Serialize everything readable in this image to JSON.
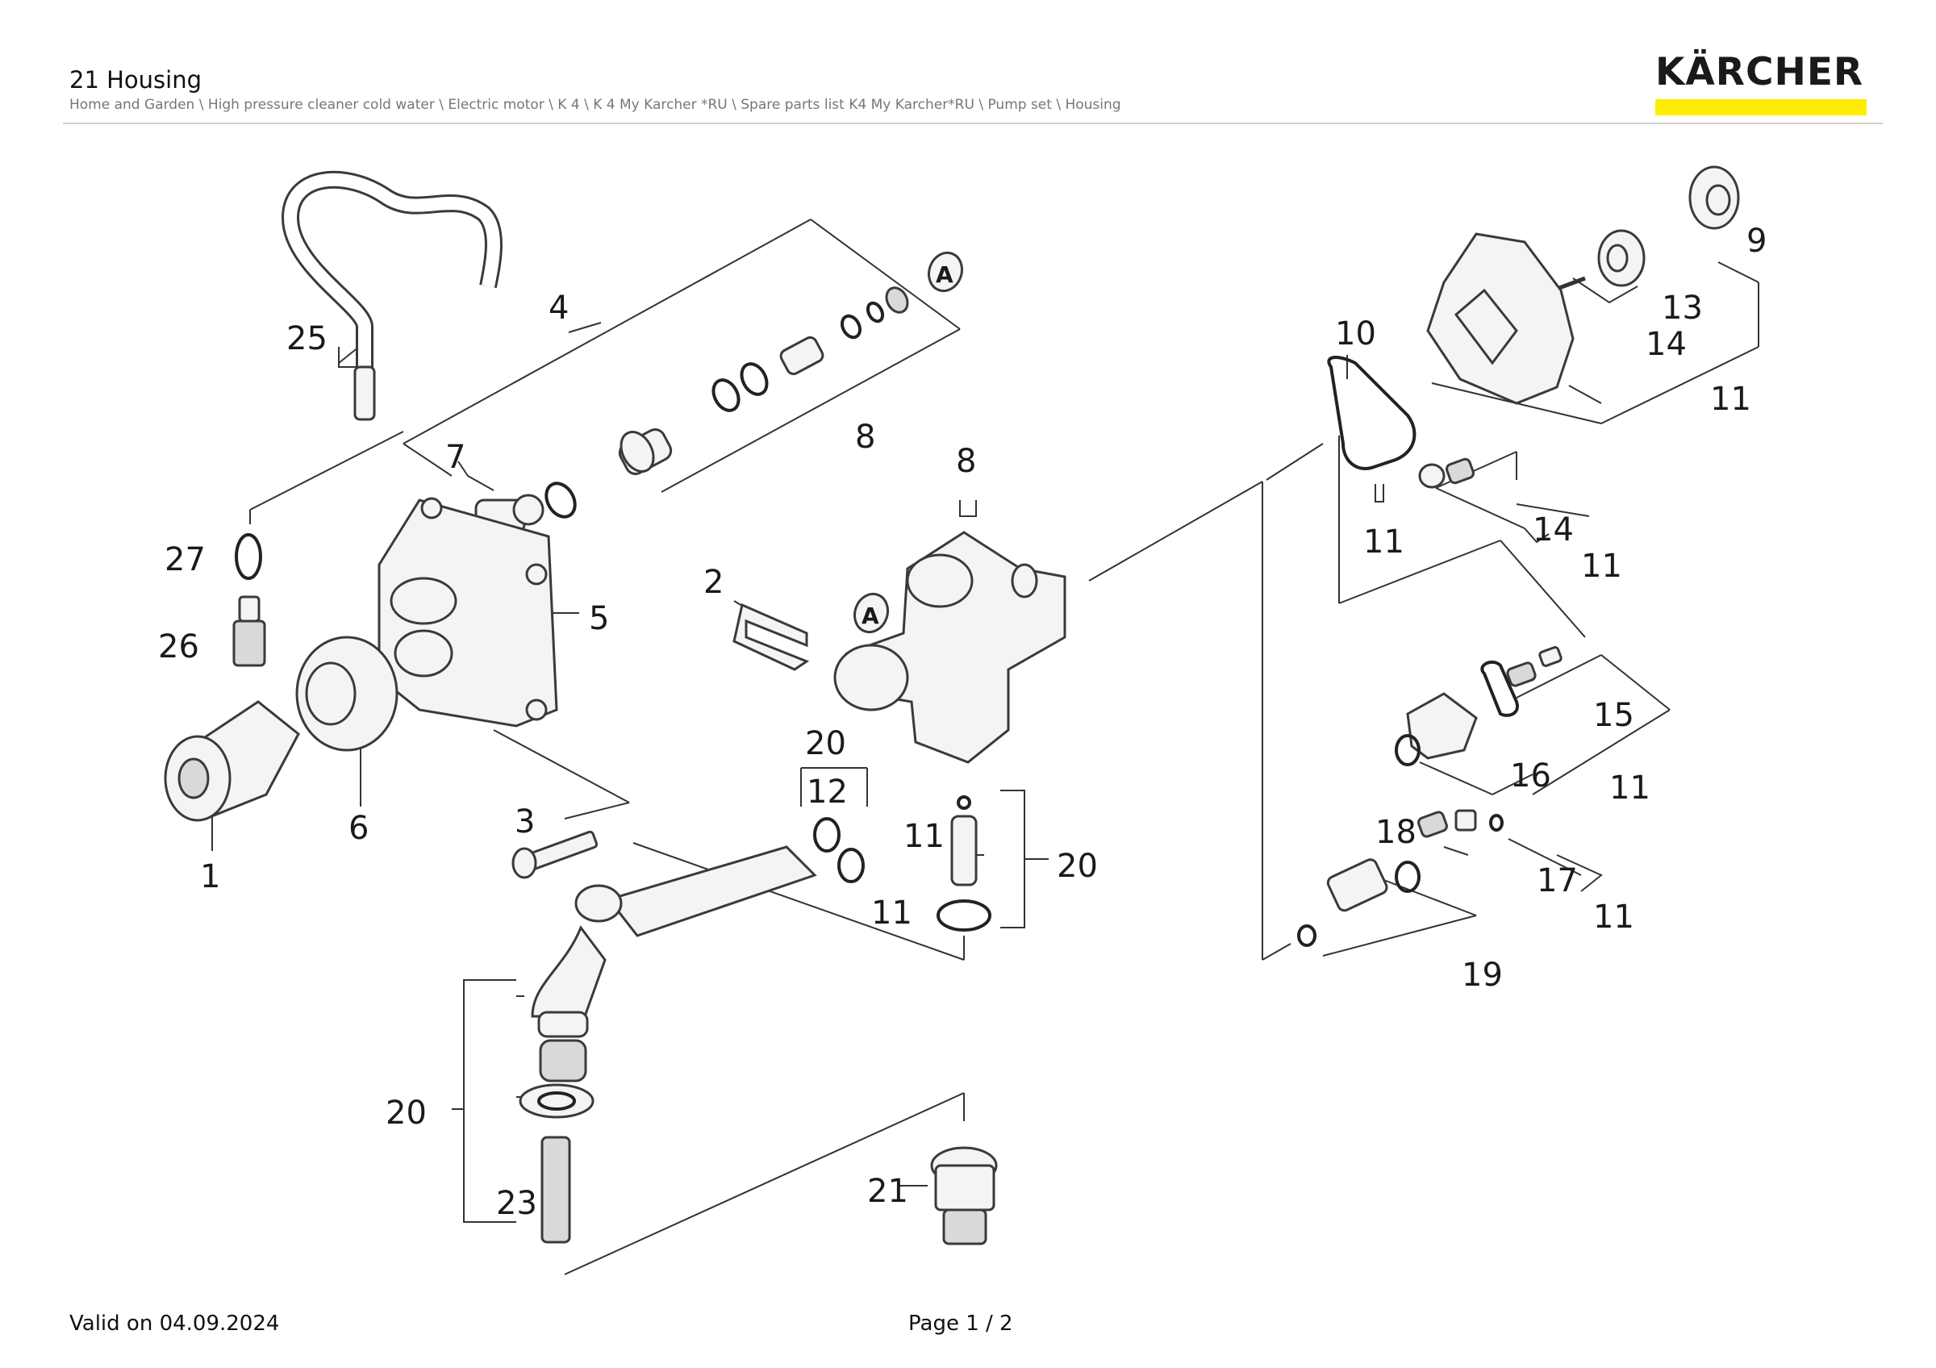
{
  "header": {
    "title": "21 Housing",
    "breadcrumb": "Home and Garden \\ High pressure cleaner cold water \\ Electric motor \\ K 4 \\ K 4 My Karcher *RU \\ Spare parts list K4 My Karcher*RU \\ Pump set \\ Housing"
  },
  "brand": {
    "logo_text": "KÄRCHER",
    "bar_color": "#ffed00"
  },
  "diagram": {
    "callouts": [
      "1",
      "2",
      "3",
      "4",
      "5",
      "6",
      "7",
      "8",
      "8",
      "9",
      "10",
      "11",
      "11",
      "11",
      "11",
      "11",
      "11",
      "11",
      "12",
      "13",
      "14",
      "14",
      "15",
      "16",
      "17",
      "18",
      "19",
      "20",
      "20",
      "20",
      "21",
      "23",
      "25",
      "26",
      "27"
    ],
    "connection_marks": [
      "A",
      "A"
    ]
  },
  "footer": {
    "valid": "Valid on 04.09.2024",
    "page": "Page 1 / 2"
  },
  "colors": {
    "line": "#333333",
    "rule": "#cfcfcf",
    "breadcrumb": "#777777"
  }
}
